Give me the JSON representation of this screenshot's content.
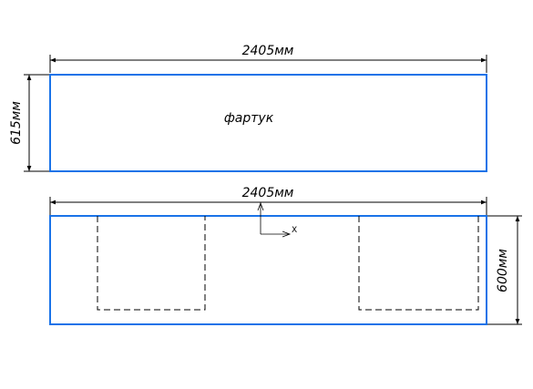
{
  "colors": {
    "outline": "#1a73e8",
    "dimension": "#000000",
    "hidden": "#000000",
    "background": "#ffffff"
  },
  "top_panel": {
    "width_label": "2405мм",
    "height_label": "615мм",
    "name": "фартук"
  },
  "bottom_panel": {
    "width_label": "2405мм",
    "height_label": "600мм",
    "axis_x_label": "X"
  }
}
